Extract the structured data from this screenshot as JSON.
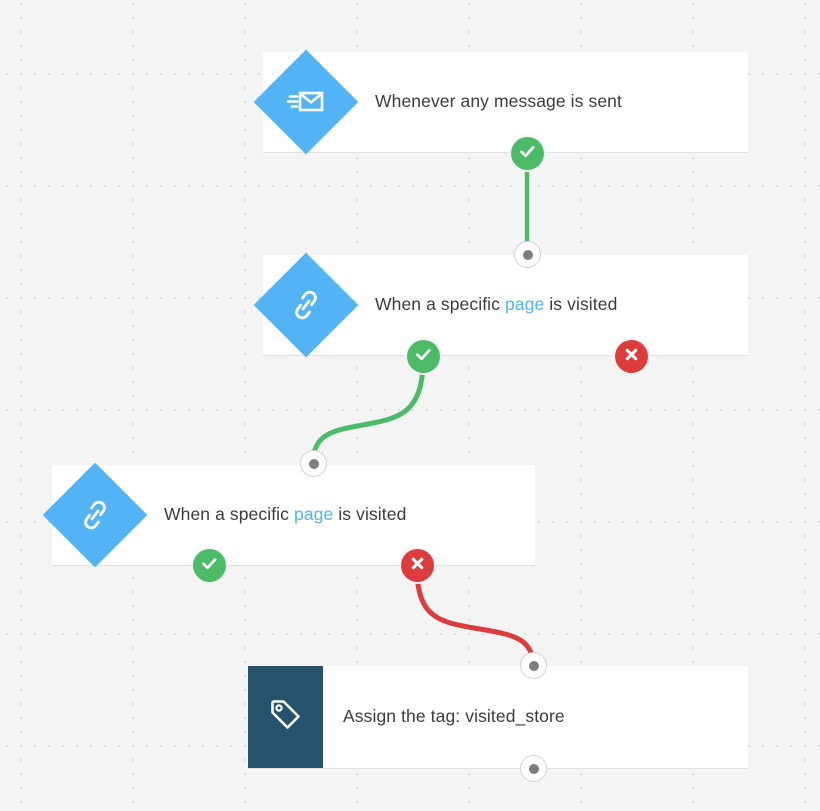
{
  "canvas": {
    "background_color": "#f4f4f4",
    "grid": "dotted-grid"
  },
  "palette": {
    "trigger_blue": "#52b4f5",
    "action_teal": "#25536b",
    "yes_green": "#4cbb68",
    "no_red": "#dc3c3c",
    "card_white": "#ffffff",
    "text_dark": "#3c3c3c",
    "link_blue": "#52b4f5",
    "node_dot_gray": "#7c7c7c"
  },
  "blocks": [
    {
      "id": "block-message-sent",
      "icon": "send-message-icon",
      "badge_shape": "diamond",
      "badge_color": "#52b4f5",
      "label_parts": [
        {
          "text": "Whenever any message is sent",
          "style": "plain"
        }
      ],
      "label_text": "Whenever any message is sent"
    },
    {
      "id": "block-page-visited-1",
      "icon": "link-icon",
      "badge_shape": "diamond",
      "badge_color": "#52b4f5",
      "label_parts": [
        {
          "text": "When a specific ",
          "style": "plain"
        },
        {
          "text": "page",
          "style": "link"
        },
        {
          "text": " is visited",
          "style": "plain"
        }
      ],
      "label_text": "When a specific page is visited"
    },
    {
      "id": "block-page-visited-2",
      "icon": "link-icon",
      "badge_shape": "diamond",
      "badge_color": "#52b4f5",
      "label_parts": [
        {
          "text": "When a specific ",
          "style": "plain"
        },
        {
          "text": "page",
          "style": "link"
        },
        {
          "text": " is visited",
          "style": "plain"
        }
      ],
      "label_text": "When a specific page is visited"
    },
    {
      "id": "block-assign-tag",
      "icon": "tag-icon",
      "badge_shape": "square",
      "badge_color": "#25536b",
      "label_parts": [
        {
          "text": "Assign the tag: visited_store",
          "style": "plain"
        }
      ],
      "label_text": "Assign the tag: visited_store"
    }
  ],
  "connectors": [
    {
      "id": "yes-port-1",
      "type": "yes",
      "icon": "check-icon",
      "color": "#4cbb68"
    },
    {
      "id": "endpoint-1",
      "type": "endpoint",
      "icon": "dot-icon"
    },
    {
      "id": "yes-port-2",
      "type": "yes",
      "icon": "check-icon",
      "color": "#4cbb68"
    },
    {
      "id": "no-port-2",
      "type": "no",
      "icon": "cross-icon",
      "color": "#dc3c3c"
    },
    {
      "id": "endpoint-2",
      "type": "endpoint",
      "icon": "dot-icon"
    },
    {
      "id": "yes-port-3",
      "type": "yes",
      "icon": "check-icon",
      "color": "#4cbb68"
    },
    {
      "id": "no-port-3",
      "type": "no",
      "icon": "cross-icon",
      "color": "#dc3c3c"
    },
    {
      "id": "endpoint-3",
      "type": "endpoint",
      "icon": "dot-icon"
    },
    {
      "id": "endpoint-4",
      "type": "endpoint",
      "icon": "dot-icon"
    }
  ],
  "wires": [
    {
      "id": "wire-1",
      "from": "yes-port-1",
      "to": "endpoint-1",
      "branch": "yes",
      "color": "#4cbb68",
      "shape": "straight"
    },
    {
      "id": "wire-2",
      "from": "yes-port-2",
      "to": "endpoint-2",
      "branch": "yes",
      "color": "#4cbb68",
      "shape": "s-curve"
    },
    {
      "id": "wire-3",
      "from": "no-port-3",
      "to": "endpoint-3",
      "branch": "no",
      "color": "#dc3c3c",
      "shape": "s-curve"
    }
  ]
}
